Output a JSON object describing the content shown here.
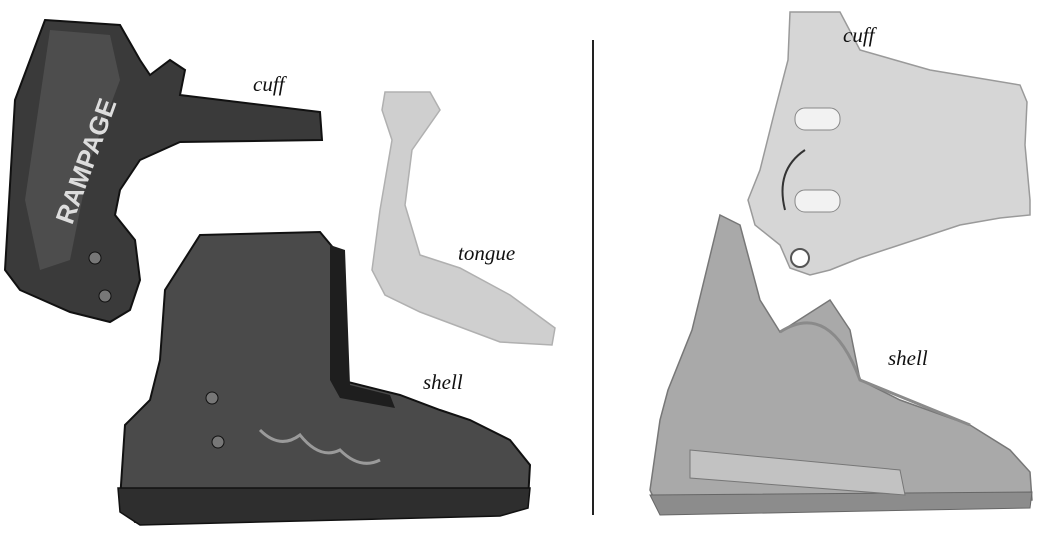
{
  "left_boot": {
    "labels": {
      "cuff": "cuff",
      "tongue": "tongue",
      "shell": "shell"
    },
    "brand_text": "RAMPAGE"
  },
  "right_boot": {
    "labels": {
      "cuff": "cuff",
      "shell": "shell"
    }
  },
  "colors": {
    "left_cuff": "#3a3a3a",
    "left_shell": "#4a4a4a",
    "tongue": "#cfcfcf",
    "right_cuff": "#d6d6d6",
    "right_shell": "#a9a9a9",
    "divider": "#222222"
  }
}
